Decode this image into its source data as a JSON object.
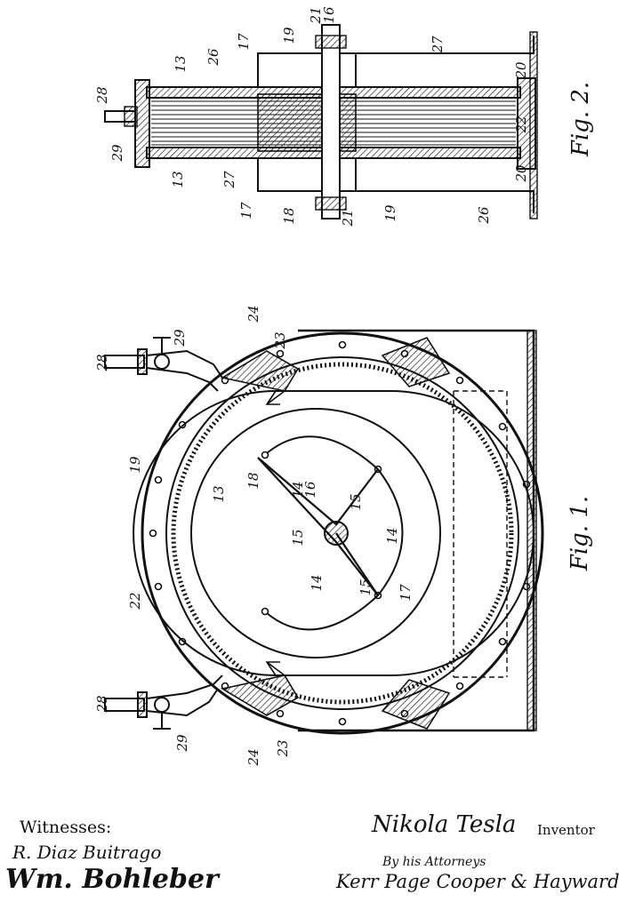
{
  "figures": {
    "fig1": {
      "caption": "Fig. 1.",
      "labels": [
        "28",
        "29",
        "24",
        "23",
        "19",
        "13",
        "18",
        "14",
        "16",
        "15",
        "14",
        "15",
        "14",
        "15",
        "17",
        "22",
        "28",
        "29",
        "24",
        "23"
      ]
    },
    "fig2": {
      "caption": "Fig. 2.",
      "labels": [
        "28",
        "29",
        "13",
        "26",
        "17",
        "19",
        "21",
        "16",
        "27",
        "20",
        "22",
        "20",
        "13",
        "27",
        "17",
        "18",
        "21",
        "19",
        "26"
      ]
    }
  },
  "footer": {
    "witnesses_label": "Witnesses:",
    "witness_1": "R. Diaz Buitrago",
    "witness_2": "Wm. Bohleber",
    "inventor_name": "Nikola Tesla",
    "inventor_label": "Inventor",
    "attorneys_label": "By his Attorneys",
    "attorneys_name": "Kerr Page Cooper & Hayward"
  },
  "colors": {
    "ink": "#111111",
    "paper": "#ffffff"
  }
}
